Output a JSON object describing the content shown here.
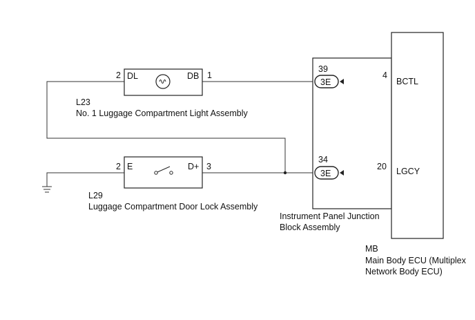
{
  "components": {
    "l23": {
      "code": "L23",
      "name": "No. 1 Luggage Compartment Light Assembly",
      "pin_left_num": "2",
      "pin_left_name": "DL",
      "pin_right_name": "DB",
      "pin_right_num": "1"
    },
    "l29": {
      "code": "L29",
      "name": "Luggage Compartment Door Lock Assembly",
      "pin_left_num": "2",
      "pin_left_name": "E",
      "pin_right_name": "D+",
      "pin_right_num": "3"
    },
    "junction_block": {
      "name_line1": "Instrument Panel Junction",
      "name_line2": "Block Assembly",
      "connector_top_pin": "39",
      "connector_top_label": "3E",
      "connector_bottom_pin": "34",
      "connector_bottom_label": "3E"
    },
    "mb": {
      "code": "MB",
      "name_line1": "Main Body ECU (Multiplex",
      "name_line2": "Network Body ECU)",
      "pin_top_num": "4",
      "pin_top_name": "BCTL",
      "pin_bottom_num": "20",
      "pin_bottom_name": "LGCY"
    }
  },
  "icons": {
    "lamp": "lamp-icon",
    "switch": "switch-icon",
    "ground": "ground-icon"
  }
}
